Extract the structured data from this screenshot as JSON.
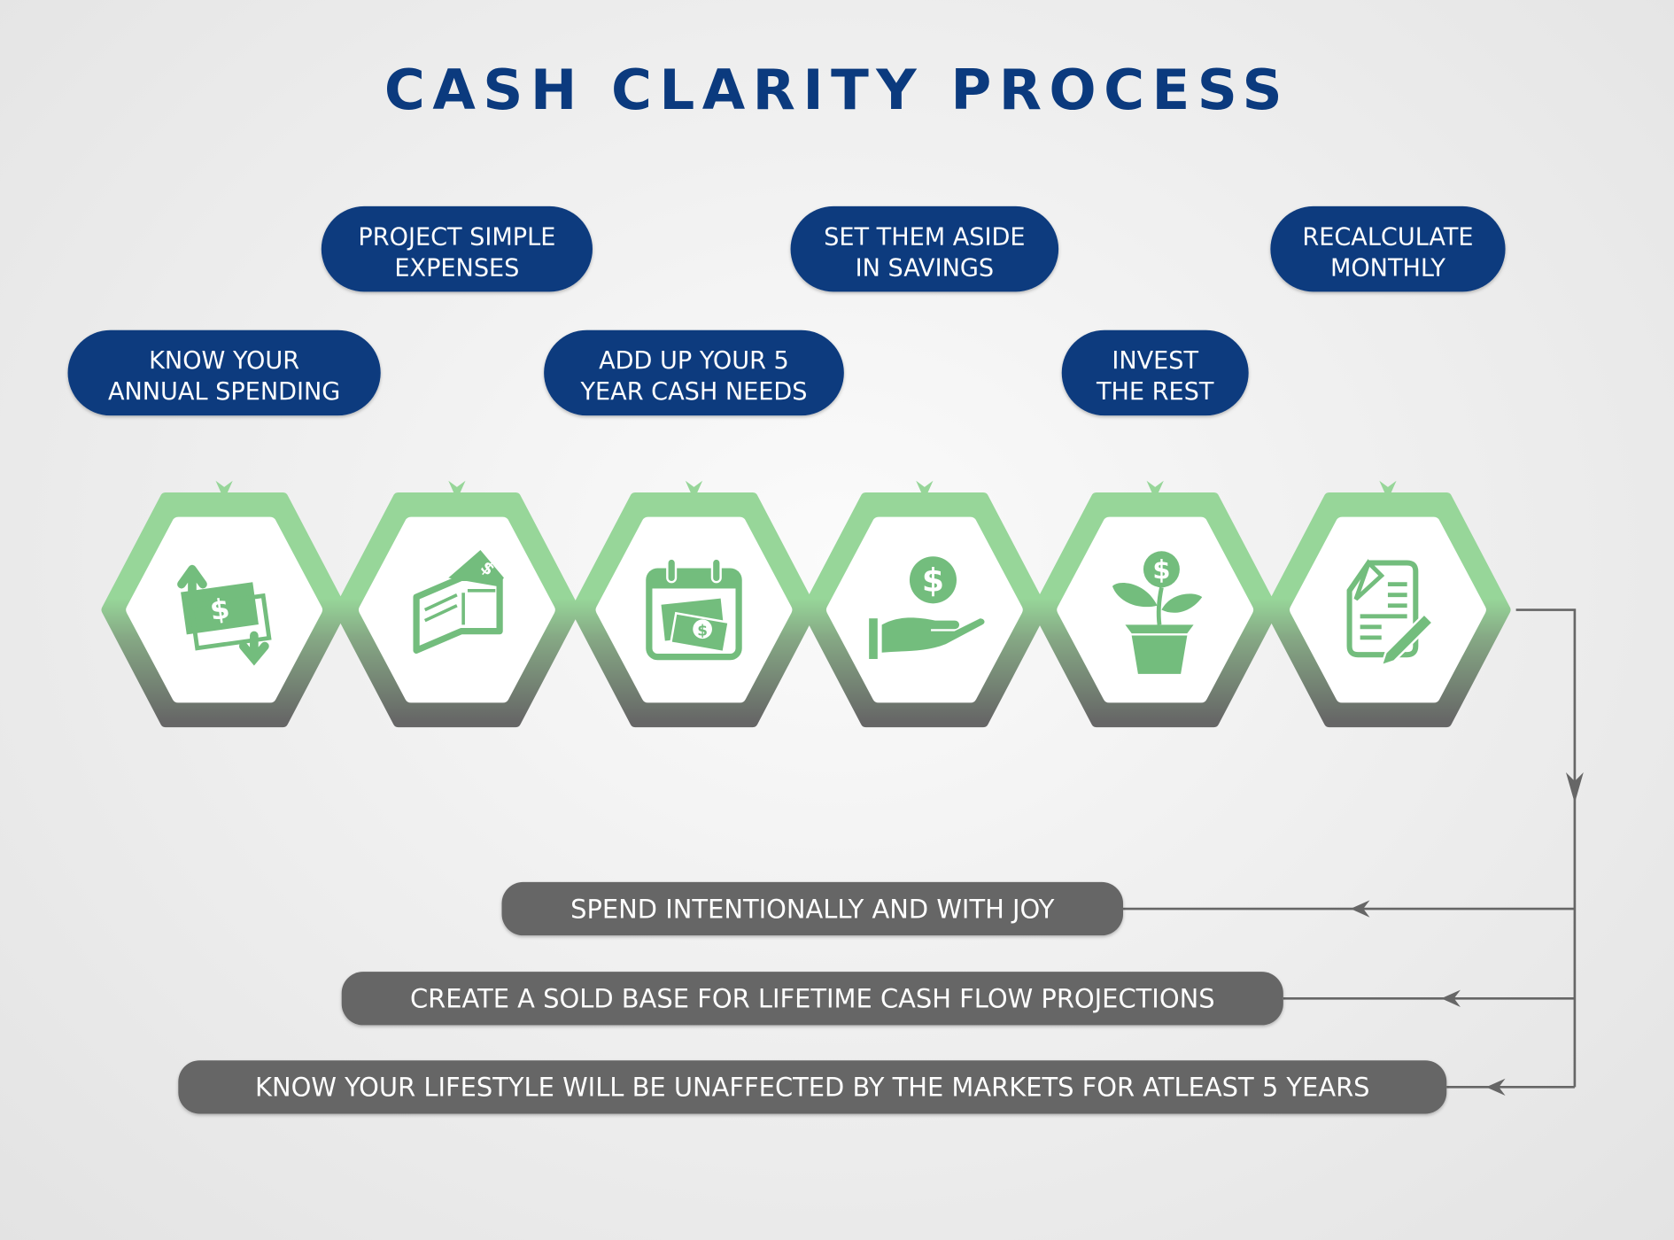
{
  "title": "CASH CLARITY PROCESS",
  "colors": {
    "title": "#0b3a7e",
    "step_pill": "#0b3a7e",
    "ring_top": "#97d699",
    "ring_bottom": "#666666",
    "icon": "#73bd7d",
    "outcome_pill": "#666666",
    "connector": "#666666"
  },
  "steps": [
    {
      "line1": "KNOW YOUR",
      "line2": "ANNUAL SPENDING",
      "icon": "money-up-down-icon"
    },
    {
      "line1": "PROJECT SIMPLE",
      "line2": "EXPENSES",
      "icon": "wallet-icon"
    },
    {
      "line1": "ADD UP YOUR 5",
      "line2": "YEAR CASH NEEDS",
      "icon": "calendar-money-icon"
    },
    {
      "line1": "SET THEM ASIDE",
      "line2": "IN SAVINGS",
      "icon": "hand-coin-icon"
    },
    {
      "line1": "INVEST",
      "line2": "THE REST",
      "icon": "money-plant-icon"
    },
    {
      "line1": "RECALCULATE",
      "line2": "MONTHLY",
      "icon": "document-edit-icon"
    }
  ],
  "outcomes": [
    "SPEND INTENTIONALLY AND WITH JOY",
    "CREATE A SOLD BASE FOR LIFETIME CASH FLOW PROJECTIONS",
    "KNOW YOUR LIFESTYLE WILL BE UNAFFECTED BY THE MARKETS FOR ATLEAST 5 YEARS"
  ]
}
